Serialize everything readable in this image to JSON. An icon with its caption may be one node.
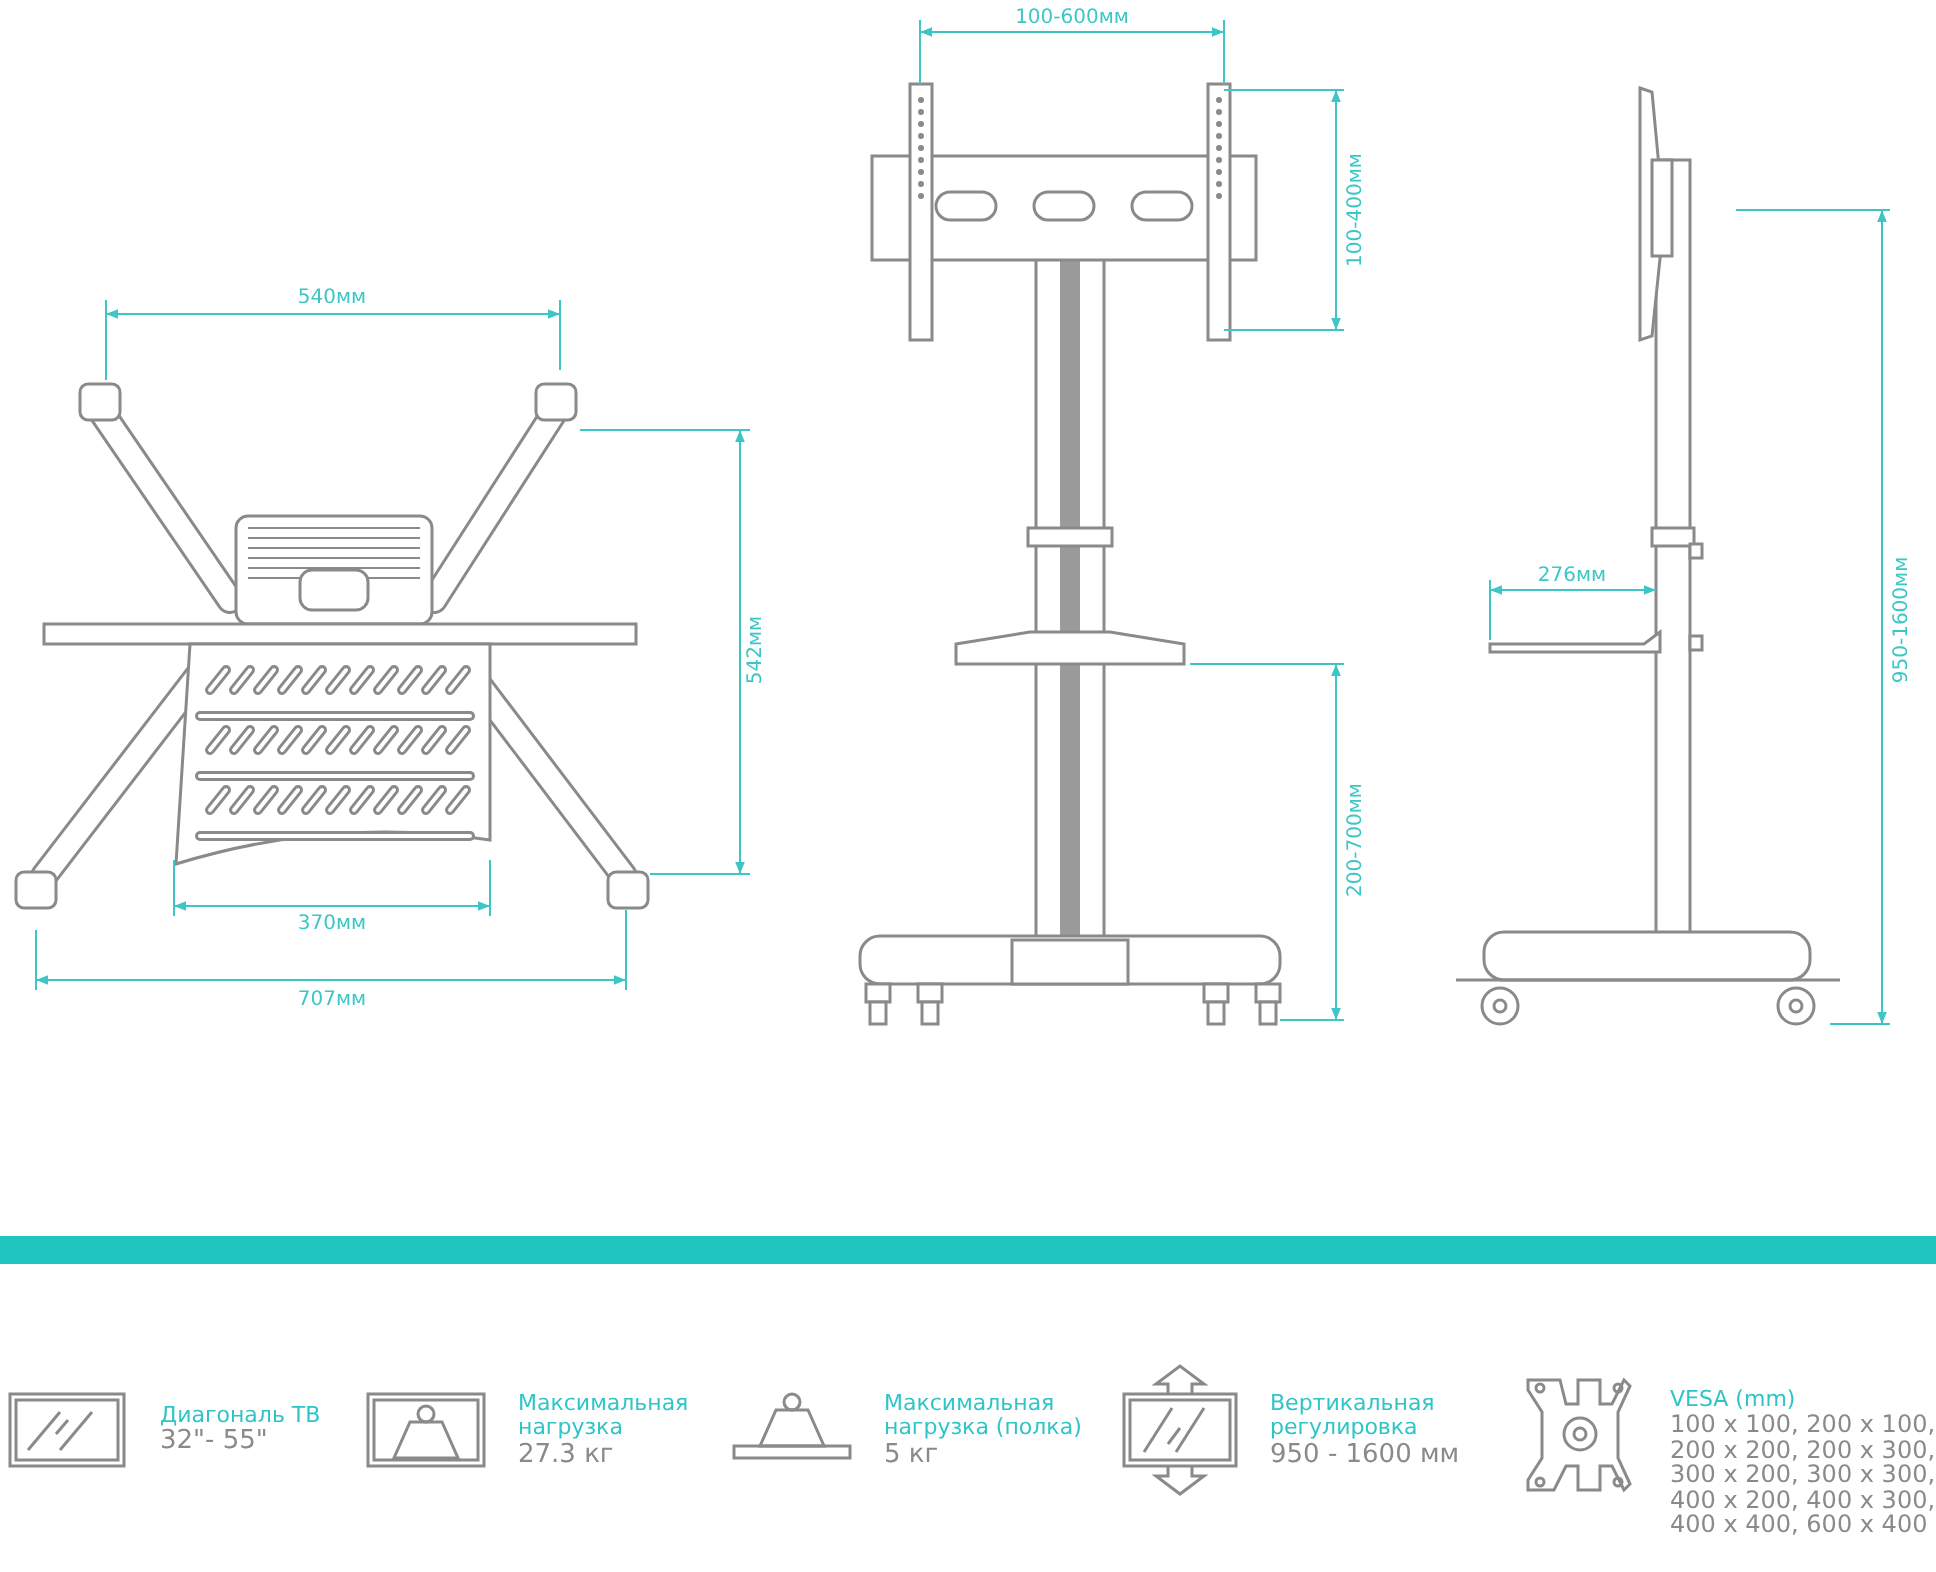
{
  "diagram": {
    "nodes": [
      {
        "text": [],
        "shape": "bar"
      }
    ],
    "labels": [
      "100-600мм",
      "100-400мм",
      "540мм",
      "276мм",
      "950-1600мм",
      "542мм",
      "200-700мм",
      "370мм",
      "707мм",
      "Диагональ ТВ",
      "32\"- 55\"",
      "Максимальная нагрузка",
      "27.3 кг",
      "Максимальная нагрузка (полка)",
      "5 кг",
      "Вертикальная регулировка",
      "950 - 1600 мм",
      "VESA (mm)",
      "100 x 100, 200 x 100, 200 x 200, 200 x 300, 300 x 200, 300 x 300, 400 x 200, 400 x 300, 400 x 400, 600 x 400"
    ]
  }
}
